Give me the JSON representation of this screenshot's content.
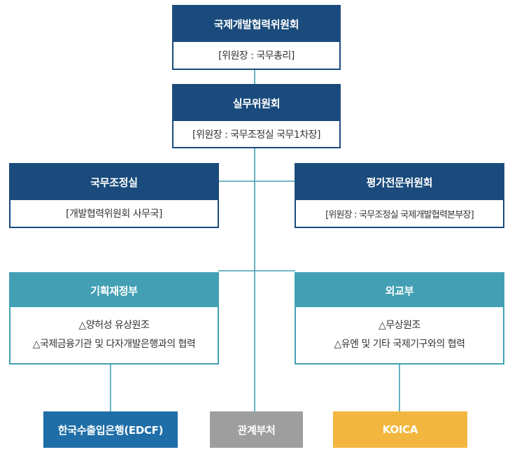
{
  "top": {
    "title": "국제개발협력위원회",
    "subtitle": "[위원장 : 국무총리]"
  },
  "working": {
    "title": "실무위원회",
    "subtitle": "[위원장 : 국무조정실 국무1차장]"
  },
  "left_office": {
    "title": "국무조정실",
    "subtitle": "[개발협력위원회 사무국]"
  },
  "right_committee": {
    "title": "평가전문위원회",
    "subtitle": "[위원장 : 국무조정실 국제개발협력본부장]"
  },
  "finance": {
    "title": "기획재정부",
    "lines": [
      "△양허성 유상원조",
      "△국제금융기관 및 다자개발은행과의 협력"
    ]
  },
  "foreign": {
    "title": "외교부",
    "lines": [
      "△무상원조",
      "△유엔 및 기타 국제기구와의 협력"
    ]
  },
  "bottom": {
    "edcf": "한국수출입은행(EDCF)",
    "related": "관계부처",
    "koica": "KOICA"
  },
  "colors": {
    "navy": "#1a4b7c",
    "teal": "#43a0b4",
    "edcf": "#1f6ea8",
    "related": "#9e9e9e",
    "koica": "#f3b73f",
    "connector": "#43a0b4"
  }
}
